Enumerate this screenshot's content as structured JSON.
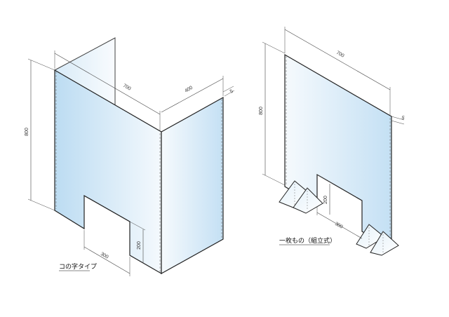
{
  "left_figure": {
    "caption": "コの字タイプ",
    "dimensions": {
      "height": "800",
      "width": "700",
      "depth": "400",
      "opening_width": "300",
      "opening_height": "200",
      "thickness": "5"
    }
  },
  "right_figure": {
    "caption": "一枚もの（組立式）",
    "dimensions": {
      "height": "800",
      "width": "700",
      "opening_width": "300",
      "opening_height": "200",
      "thickness": "5"
    }
  },
  "colors": {
    "panel_light": "#ffffff",
    "panel_blue": "#bcdcf2",
    "outline": "#222222",
    "dimension_line": "#444444"
  }
}
